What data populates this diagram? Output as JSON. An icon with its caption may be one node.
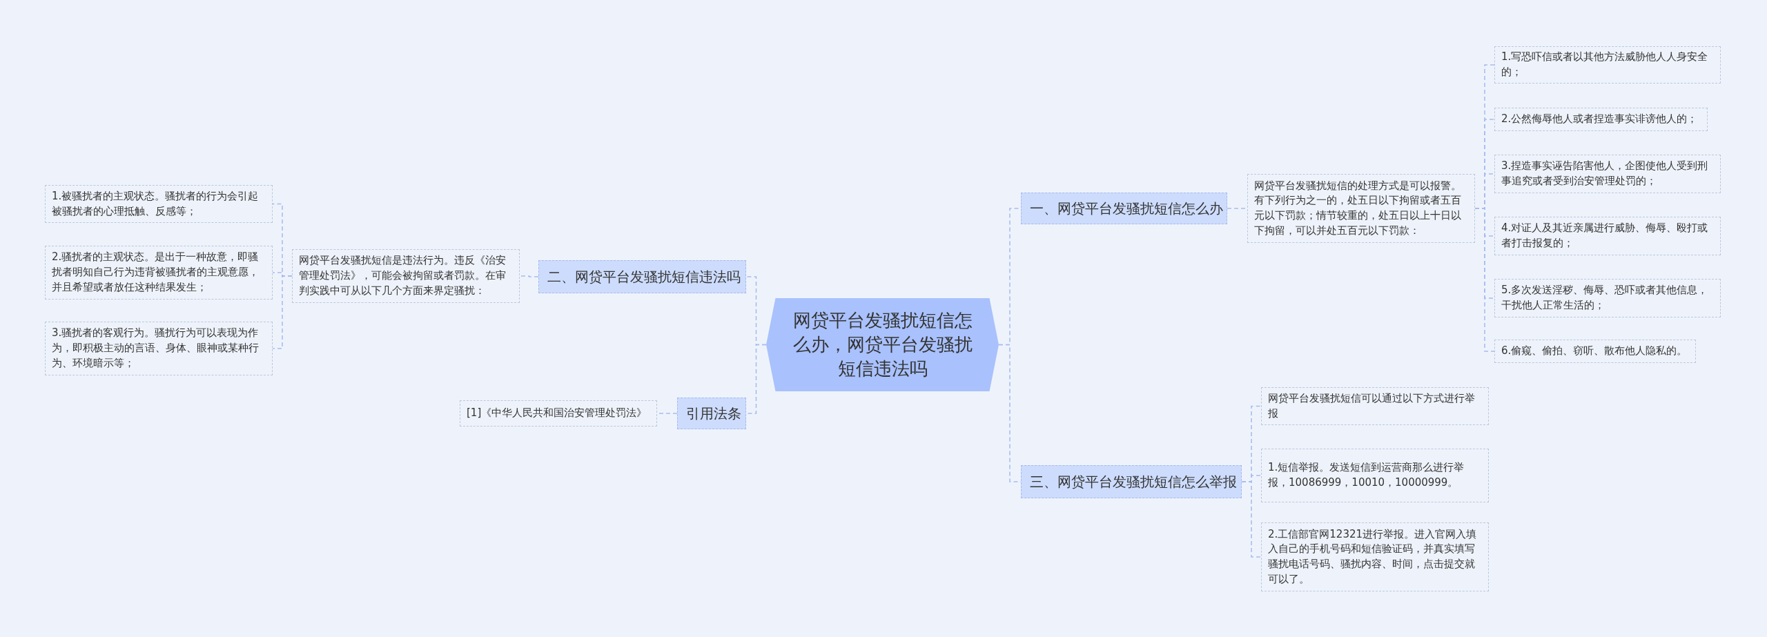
{
  "diagram": {
    "nodes": [
      {
        "text": [
          "网贷平台发骚扰短信怎么办，网贷平台发骚扰短信违法吗"
        ]
      },
      {
        "text": [
          "一、网贷平台发骚扰短信怎么办"
        ]
      },
      {
        "text": [
          "网贷平台发骚扰短信的处理方式是可以报警。有下列行为之一的，处五日以下拘留或者五百元以下罚款；情节较重的，处五日以上十日以下拘留，可以并处五百元以下罚款："
        ]
      },
      {
        "text": [
          "1.写恐吓信或者以其他方法威胁他人人身安全的；"
        ]
      },
      {
        "text": [
          "2.公然侮辱他人或者捏造事实诽谤他人的；"
        ]
      },
      {
        "text": [
          "3.捏造事实诬告陷害他人，企图使他人受到刑事追究或者受到治安管理处罚的；"
        ]
      },
      {
        "text": [
          "4.对证人及其近亲属进行威胁、侮辱、殴打或者打击报复的；"
        ]
      },
      {
        "text": [
          "5.多次发送淫秽、侮辱、恐吓或者其他信息，干扰他人正常生活的；"
        ]
      },
      {
        "text": [
          "6.偷窥、偷拍、窃听、散布他人隐私的。"
        ]
      },
      {
        "text": [
          "三、网贷平台发骚扰短信怎么举报"
        ]
      },
      {
        "text": [
          "网贷平台发骚扰短信可以通过以下方式进行举报"
        ]
      },
      {
        "text": [
          "1.短信举报。发送短信到运营商那么进行举报，10086999，10010，10000999。"
        ]
      },
      {
        "text": [
          "2.工信部官网12321进行举报。进入官网入填入自己的手机号码和短信验证码，并真实填写骚扰电话号码、骚扰内容、时间，点击提交就可以了。"
        ]
      },
      {
        "text": [
          "二、网贷平台发骚扰短信违法吗"
        ]
      },
      {
        "text": [
          "网贷平台发骚扰短信是违法行为。违反《治安管理处罚法》，可能会被拘留或者罚款。在审判实践中可从以下几个方面来界定骚扰："
        ]
      },
      {
        "text": [
          "1.被骚扰者的主观状态。骚扰者的行为会引起被骚扰者的心理抵触、反感等；"
        ]
      },
      {
        "text": [
          "2.骚扰者的主观状态。是出于一种故意，即骚扰者明知自己行为违背被骚扰者的主观意愿，并且希望或者放任这种结果发生；"
        ]
      },
      {
        "text": [
          "3.骚扰者的客观行为。骚扰行为可以表现为作为，即积极主动的言语、身体、眼神或某种行为、环境暗示等；"
        ]
      },
      {
        "text": [
          "引用法条"
        ]
      },
      {
        "text": [
          "[1]《中华人民共和国治安管理处罚法》"
        ]
      }
    ],
    "edges": [
      {
        "from": 0,
        "to": 1,
        "arrow": "none",
        "style": "dashed"
      },
      {
        "from": 1,
        "to": 2,
        "arrow": "none",
        "style": "dashed"
      },
      {
        "from": 2,
        "to": 3,
        "arrow": "none",
        "style": "dashed"
      },
      {
        "from": 2,
        "to": 4,
        "arrow": "none",
        "style": "dashed"
      },
      {
        "from": 2,
        "to": 5,
        "arrow": "none",
        "style": "dashed"
      },
      {
        "from": 2,
        "to": 6,
        "arrow": "none",
        "style": "dashed"
      },
      {
        "from": 2,
        "to": 7,
        "arrow": "none",
        "style": "dashed"
      },
      {
        "from": 2,
        "to": 8,
        "arrow": "none",
        "style": "dashed"
      },
      {
        "from": 0,
        "to": 9,
        "arrow": "none",
        "style": "dashed"
      },
      {
        "from": 9,
        "to": 10,
        "arrow": "none",
        "style": "dashed"
      },
      {
        "from": 9,
        "to": 11,
        "arrow": "none",
        "style": "dashed"
      },
      {
        "from": 9,
        "to": 12,
        "arrow": "none",
        "style": "dashed"
      },
      {
        "from": 0,
        "to": 13,
        "arrow": "none",
        "style": "dashed"
      },
      {
        "from": 13,
        "to": 14,
        "arrow": "none",
        "style": "dashed"
      },
      {
        "from": 14,
        "to": 15,
        "arrow": "none",
        "style": "dashed"
      },
      {
        "from": 14,
        "to": 16,
        "arrow": "none",
        "style": "dashed"
      },
      {
        "from": 14,
        "to": 17,
        "arrow": "none",
        "style": "dashed"
      },
      {
        "from": 0,
        "to": 18,
        "arrow": "none",
        "style": "dashed"
      },
      {
        "from": 18,
        "to": 19,
        "arrow": "none",
        "style": "dashed"
      }
    ]
  }
}
